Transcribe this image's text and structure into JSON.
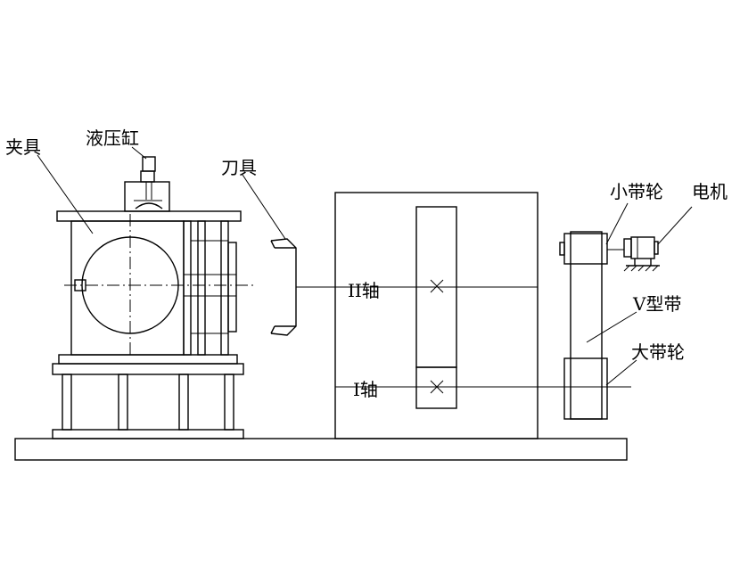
{
  "labels": {
    "fixture": "夹具",
    "hydraulic_cylinder": "液压缸",
    "cutter": "刀具",
    "shaft_two": "II轴",
    "shaft_one": "I轴",
    "small_pulley": "小带轮",
    "motor": "电机",
    "v_belt": "V型带",
    "large_pulley": "大带轮"
  }
}
